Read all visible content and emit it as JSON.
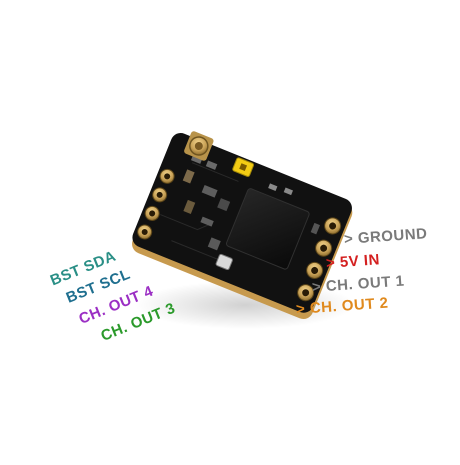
{
  "labels": {
    "bst_sda": "BST SDA",
    "bst_scl": "BST SCL",
    "ch_out_4": "CH. OUT 4",
    "ch_out_3": "CH. OUT 3",
    "ground": "> GROUND",
    "five_v_in": "> 5V IN",
    "ch_out_1": "> CH. OUT 1",
    "ch_out_2": "> CH. OUT 2"
  },
  "colors": {
    "bst_sda": "#2a8f86",
    "bst_scl": "#1f6f8f",
    "ch_out_4": "#9b2fc4",
    "ch_out_3": "#2b9a2b",
    "ground": "#7a7a7a",
    "five_v_in": "#d42020",
    "ch_out_1": "#7a7a7a",
    "ch_out_2": "#e08a1e",
    "board": "#101010",
    "pad": "#c9a257"
  }
}
